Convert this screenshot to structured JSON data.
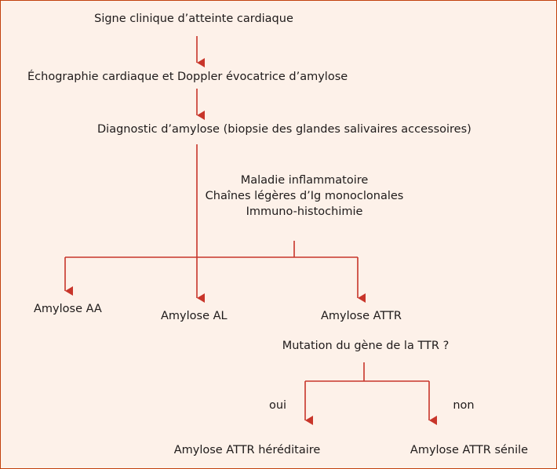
{
  "colors": {
    "background": "#fdf1e9",
    "border": "#c2410c",
    "arrow": "#c8352a",
    "text": "#1e1a1a"
  },
  "flowchart": {
    "signe": "Signe clinique d’atteinte cardiaque",
    "echo": "Échographie cardiaque et Doppler évocatrice d’amylose",
    "diagnostic": "Diagnostic d’amylose (biopsie des glandes salivaires accessoires)",
    "criteria": {
      "line1": "Maladie inflammatoire",
      "line2": "Chaînes légères d’Ig monoclonales",
      "line3": "Immuno-histochimie"
    },
    "amylose_aa": "Amylose AA",
    "amylose_al": "Amylose AL",
    "amylose_attr": "Amylose ATTR",
    "mutation_question": "Mutation du gène de la TTR ?",
    "branch_yes": "oui",
    "branch_no": "non",
    "attr_hereditaire": "Amylose ATTR héréditaire",
    "attr_senile": "Amylose ATTR sénile"
  }
}
